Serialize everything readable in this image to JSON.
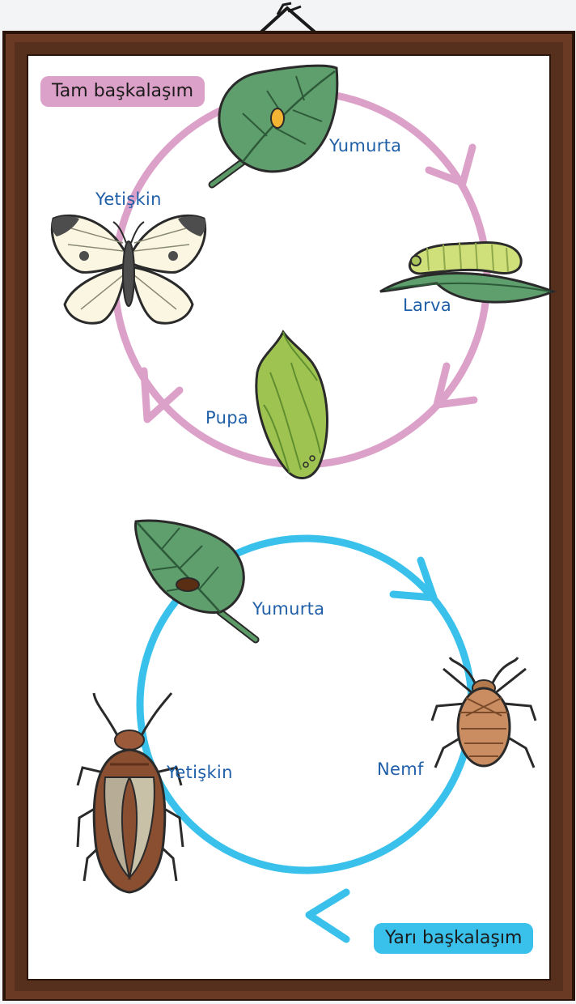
{
  "complete_cycle": {
    "title": "Tam başkalaşım",
    "stages": {
      "egg": "Yumurta",
      "larva": "Larva",
      "pupa": "Pupa",
      "adult": "Yetişkin"
    },
    "color": "#dca1c8"
  },
  "incomplete_cycle": {
    "title": "Yarı başkalaşım",
    "stages": {
      "egg": "Yumurta",
      "nymph": "Nemf",
      "adult": "Yetişkin"
    },
    "color": "#39c1ec"
  },
  "frame_color": "#6b3a24"
}
